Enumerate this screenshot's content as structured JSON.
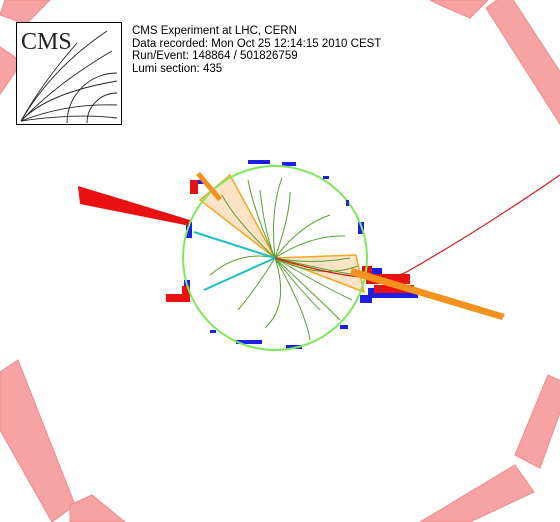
{
  "header": {
    "logo_text": "CMS",
    "lines": [
      "CMS Experiment at LHC, CERN",
      "Data recorded: Mon Oct 25 12:14:15 2010 CEST",
      "Run/Event: 148864 / 501826759",
      "Lumi section: 435"
    ]
  },
  "colors": {
    "muon_chambers": "#f7a3a3",
    "ecal": "#e81010",
    "hcal": "#1e1ee6",
    "tracks": "#5a9e32",
    "tracker_boundary": "#7ee85a",
    "jet_cone": "#f5a623",
    "muon_track": "#cc1f1f",
    "electron": "#1fbfbf"
  }
}
